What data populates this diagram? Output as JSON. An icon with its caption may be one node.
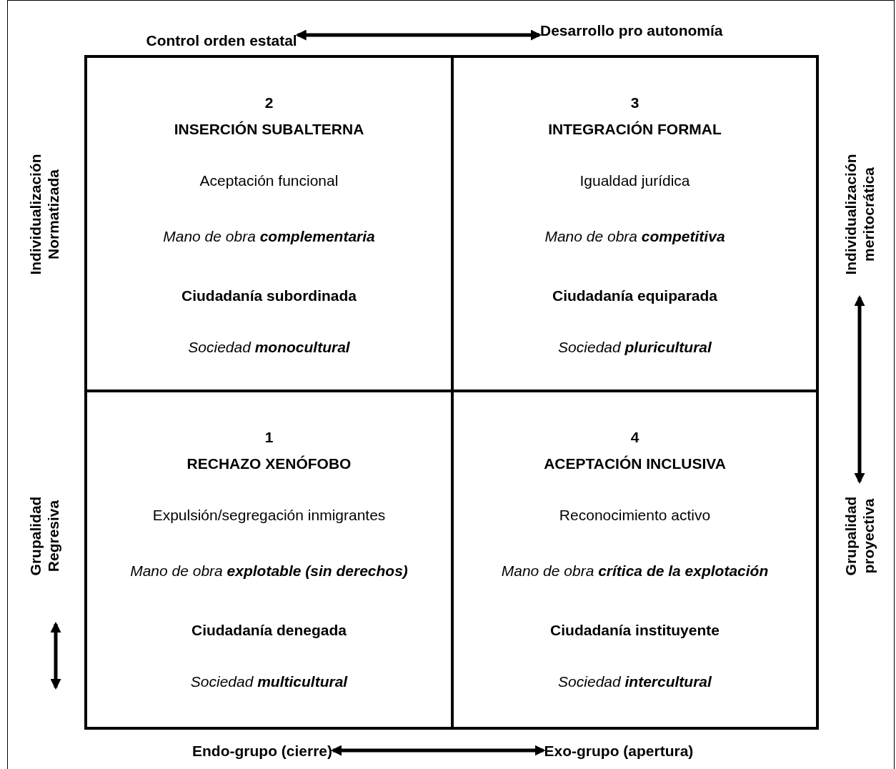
{
  "diagram": {
    "nodes": [
      {
        "text": [
          "Control orden estatal"
        ]
      },
      {
        "text": [
          "Desarrollo pro autonomía"
        ]
      },
      {
        "text": [
          "2",
          "INSERCIÓN SUBALTERNA",
          "Aceptación funcional",
          "Mano de obra **complementaria**",
          "Ciudadanía subordinada",
          "Sociedad **monocultural**"
        ]
      },
      {
        "text": [
          "3",
          "INTEGRACIÓN FORMAL",
          "Igualdad jurídica",
          "Mano de obra **competitiva**",
          "Ciudadanía equiparada",
          "Sociedad **pluricultural**"
        ]
      },
      {
        "text": [
          "Individualización Normatizada"
        ]
      },
      {
        "text": [
          "Individualización meritocrática"
        ]
      },
      {
        "text": [
          "Grupalidad proyectiva"
        ]
      },
      {
        "text": [
          "1",
          "RECHAZO XENÓFOBO",
          "Expulsión/segregación inmigrantes",
          "Mano de obra **explotable (sin derechos)**",
          "Ciudadanía denegada",
          "Sociedad **multicultural**"
        ]
      },
      {
        "text": [
          "4",
          "ACEPTACIÓN INCLUSIVA",
          "Reconocimiento activo",
          "Mano de obra **crítica de la explotación**",
          "Ciudadanía instituyente",
          "Sociedad **intercultural**"
        ]
      },
      {
        "text": [
          "Grupalidad Regresiva"
        ]
      },
      {
        "text": [
          "Endo-grupo (cierre)"
        ]
      },
      {
        "text": [
          "Exo-grupo (apertura)"
        ]
      }
    ],
    "edges": [
      {
        "from": 0,
        "to": 1,
        "arrow": "both"
      },
      {
        "from": 5,
        "to": 6,
        "arrow": "both"
      },
      {
        "from": 10,
        "to": 11,
        "arrow": "both"
      }
    ]
  }
}
